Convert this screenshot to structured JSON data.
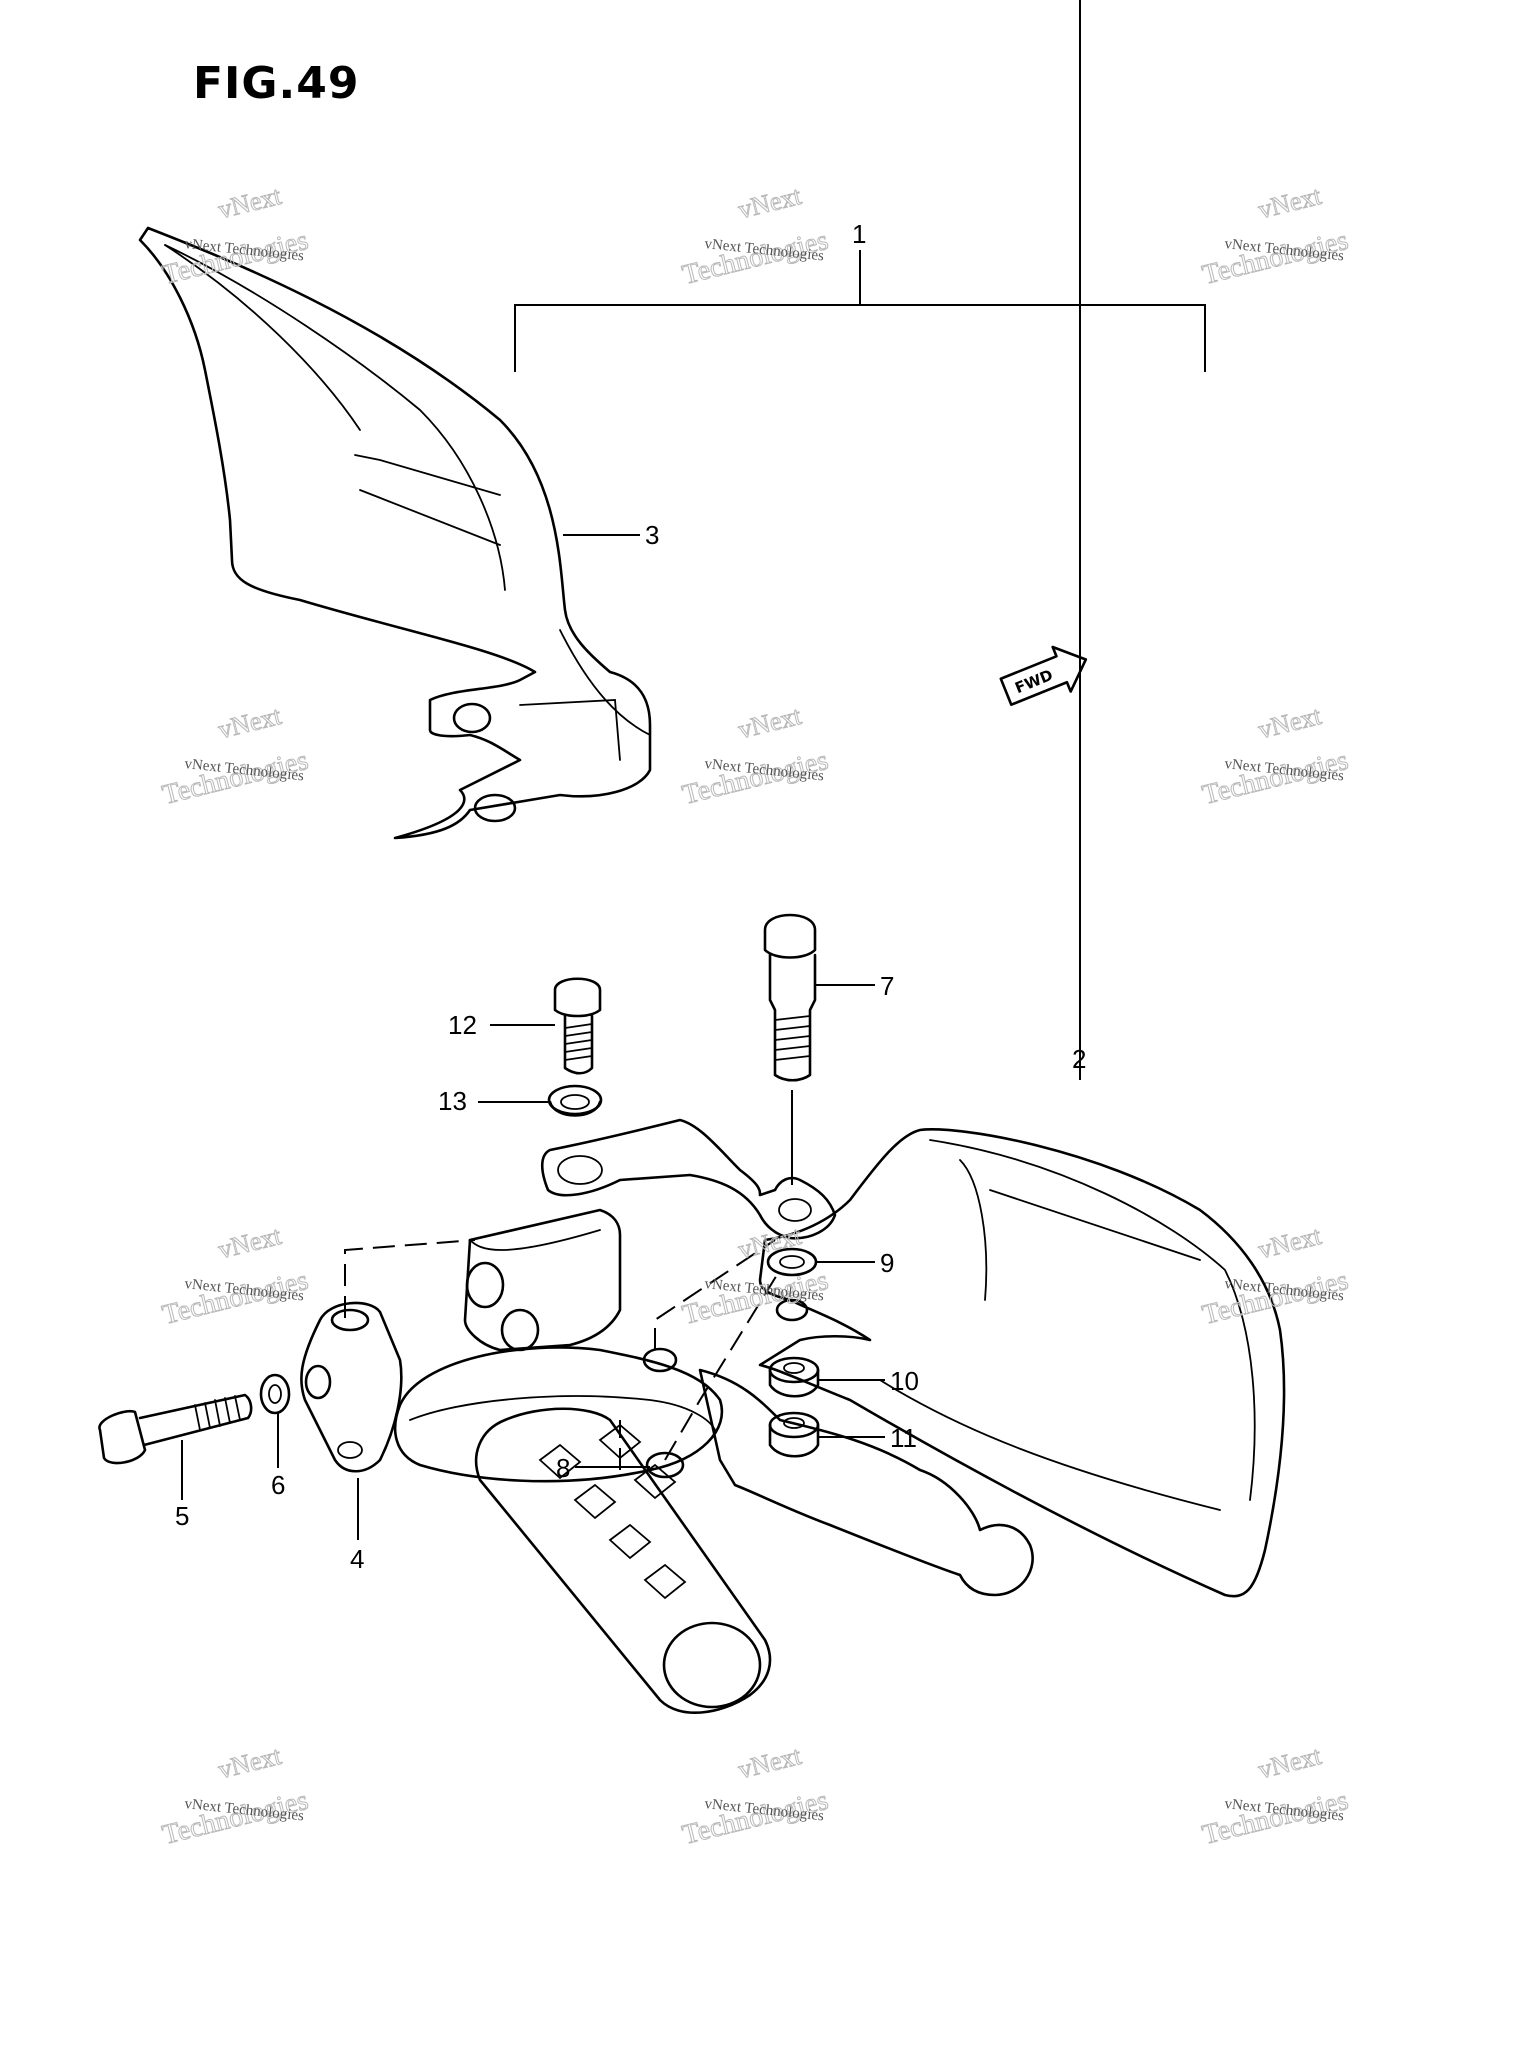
{
  "figure": {
    "title": "FIG.49"
  },
  "callouts": [
    {
      "id": "1",
      "text": "1"
    },
    {
      "id": "2",
      "text": "2"
    },
    {
      "id": "3",
      "text": "3"
    },
    {
      "id": "4",
      "text": "4"
    },
    {
      "id": "5",
      "text": "5"
    },
    {
      "id": "6",
      "text": "6"
    },
    {
      "id": "7",
      "text": "7"
    },
    {
      "id": "8",
      "text": "8"
    },
    {
      "id": "9",
      "text": "9"
    },
    {
      "id": "10",
      "text": "10"
    },
    {
      "id": "11",
      "text": "11"
    },
    {
      "id": "12",
      "text": "12"
    },
    {
      "id": "13",
      "text": "13"
    }
  ],
  "direction_marker": {
    "text": "FWD"
  },
  "watermark": {
    "company_line": "vNext Technologies",
    "brand_top": "vNext",
    "brand_bottom": "Technologies"
  }
}
